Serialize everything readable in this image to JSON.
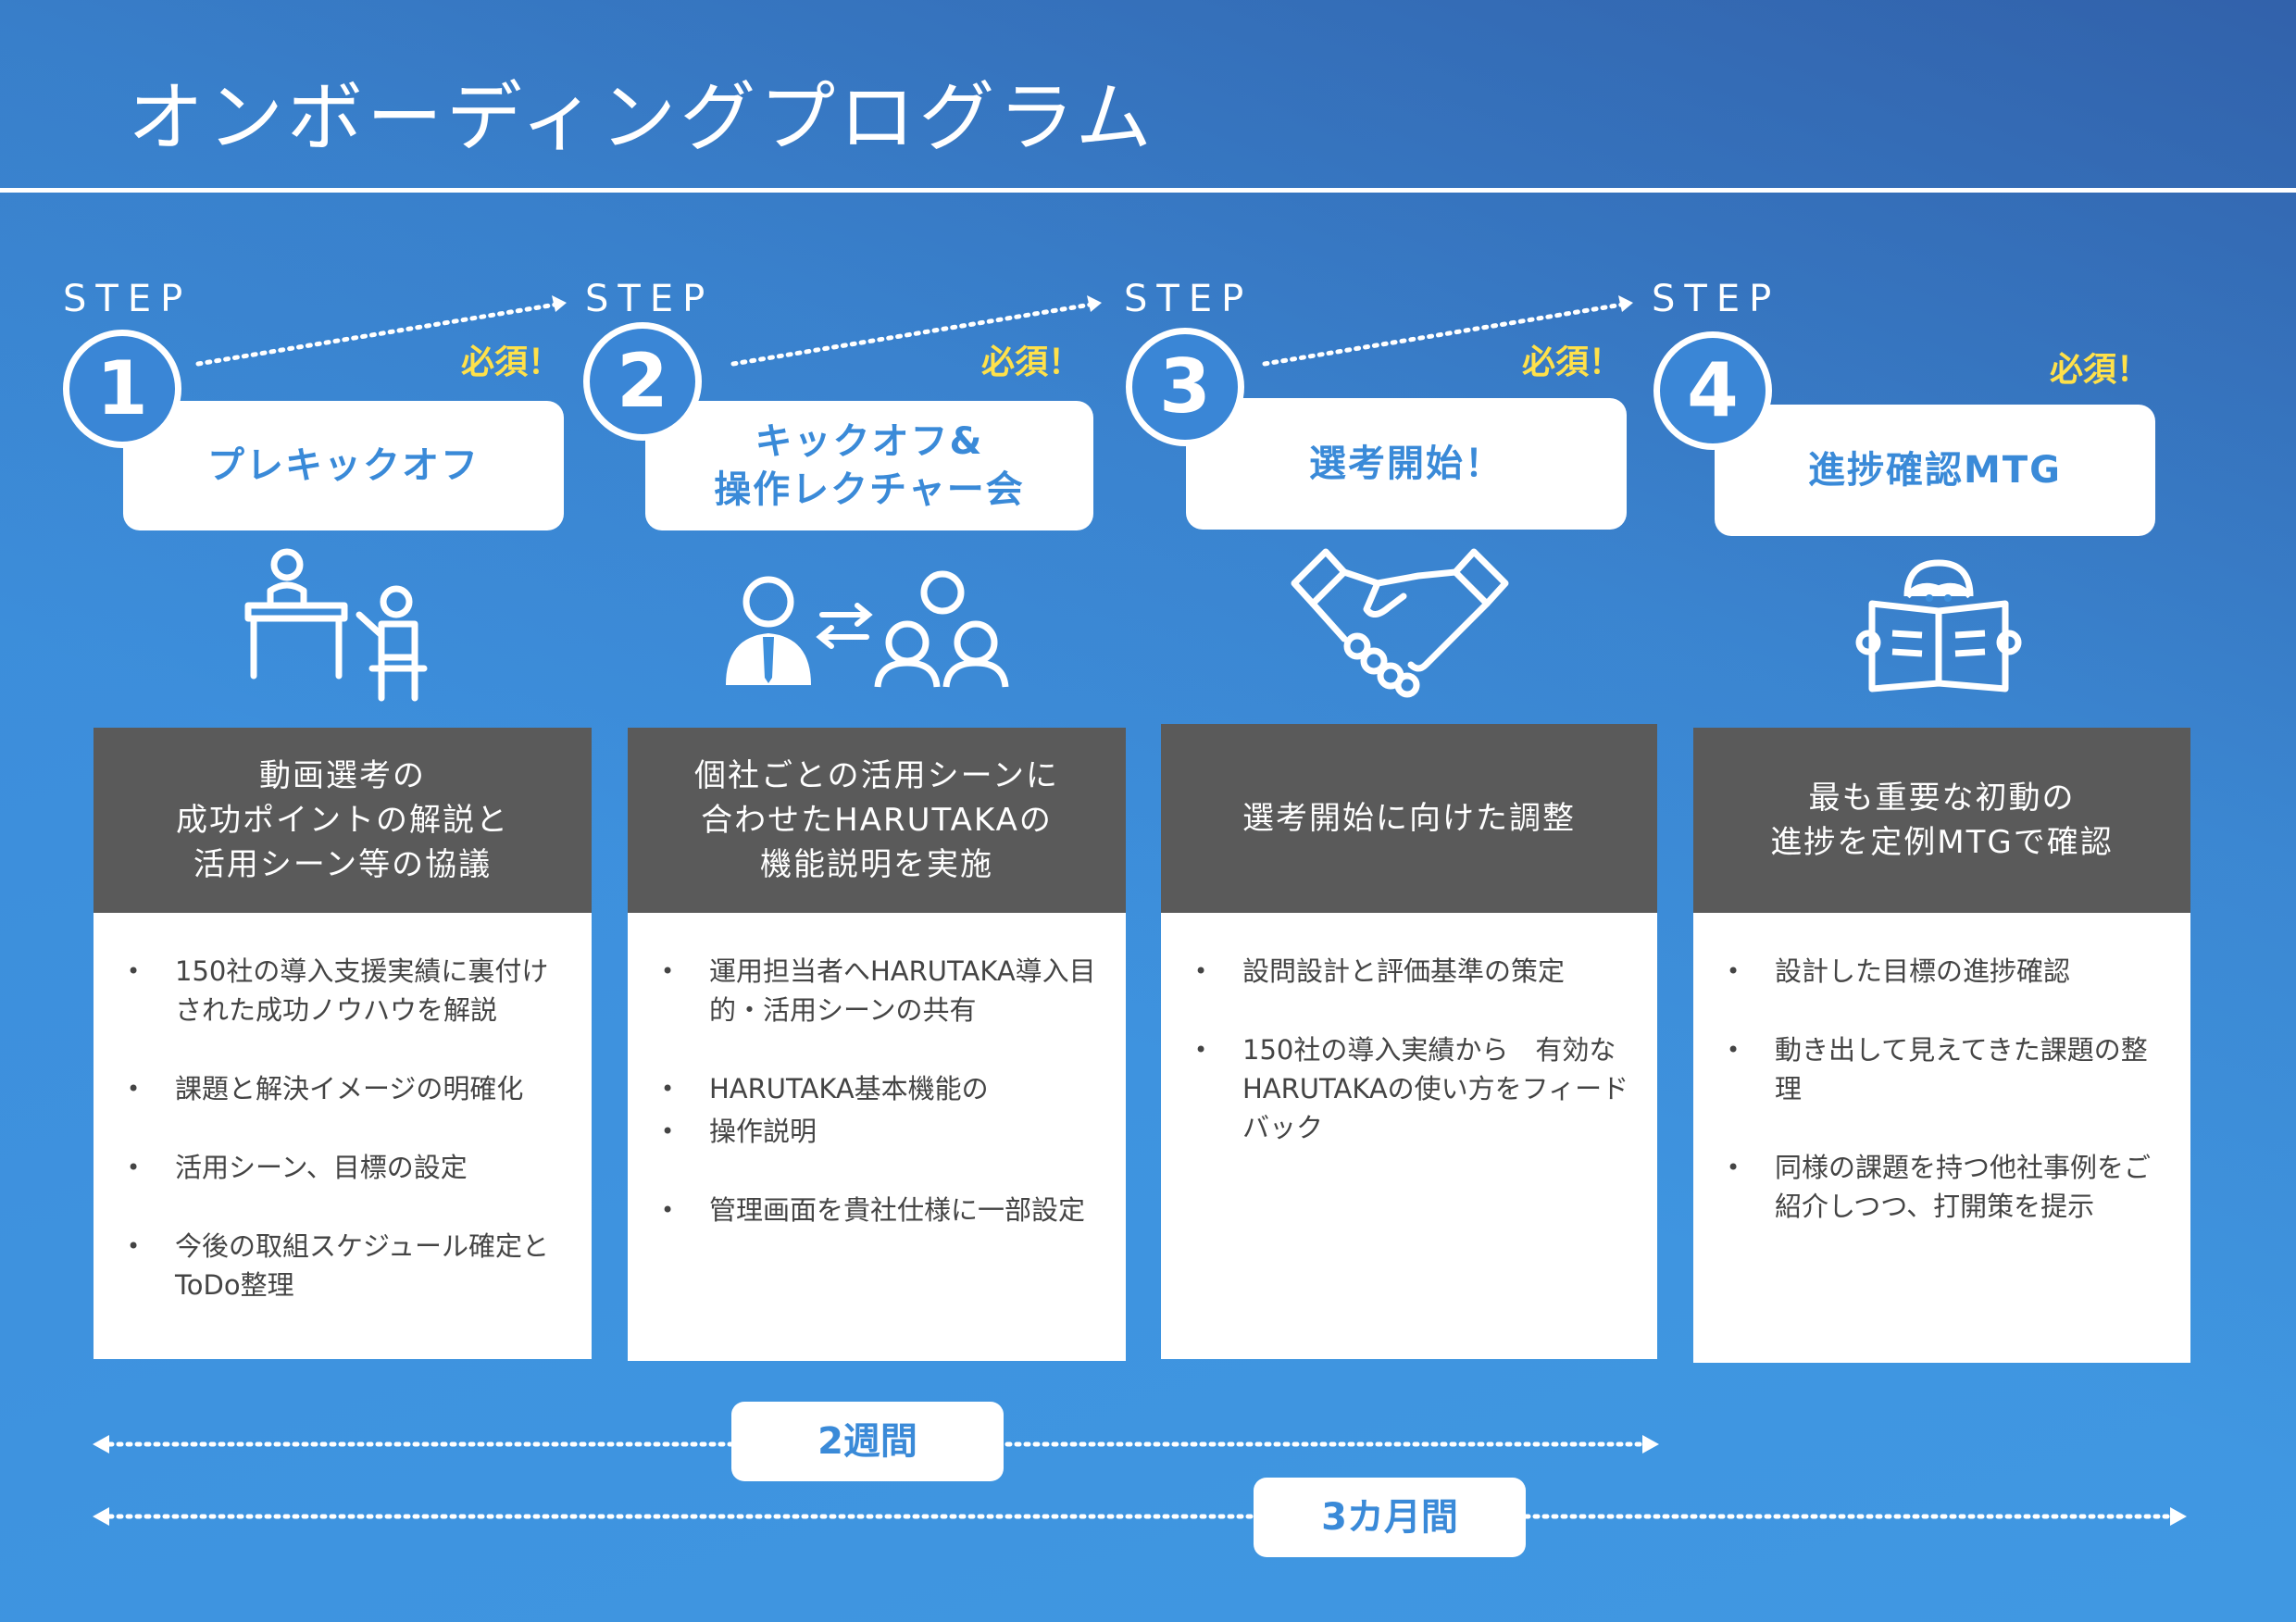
{
  "title": "オンボーディングプログラム",
  "steps": [
    {
      "label": "STEP",
      "number": "1",
      "required": "必須！",
      "card": "プレキックオフ",
      "head": [
        "動画選考の",
        "成功ポイントの解説と",
        "活用シーン等の協議"
      ],
      "items": [
        "150社の導入支援実績に裏付けされた成功ノウハウを解説",
        "課題と解決イメージの明確化",
        "活用シーン、目標の設定",
        "今後の取組スケジュール確定とToDo整理"
      ],
      "icon": "meeting-desk-icon"
    },
    {
      "label": "STEP",
      "number": "2",
      "required": "必須！",
      "card": [
        "キックオフ&",
        "操作レクチャー会"
      ],
      "head": [
        "個社ごとの活用シーンに",
        "合わせたHARUTAKAの",
        "機能説明を実施"
      ],
      "items": [
        "運用担当者へHARUTAKA導入目的・活用シーンの共有",
        "HARUTAKA基本機能の",
        "操作説明",
        "管理画面を貴社仕様に一部設定"
      ],
      "icon": "presenter-group-icon"
    },
    {
      "label": "STEP",
      "number": "3",
      "required": "必須！",
      "card": "選考開始！",
      "head": [
        "選考開始に向けた調整"
      ],
      "items": [
        "設問設計と評価基準の策定",
        "150社の導入実績から　有効なHARUTAKAの使い方をフィードバック"
      ],
      "icon": "handshake-icon"
    },
    {
      "label": "STEP",
      "number": "4",
      "required": "必須！",
      "card": "進捗確認MTG",
      "head": [
        "最も重要な初動の",
        "進捗を定例MTGで確認"
      ],
      "items": [
        "設計した目標の進捗確認",
        "動き出して見えてきた課題の整理",
        "同様の課題を持つ他社事例をご紹介しつつ、打開策を提示"
      ],
      "icon": "reading-person-icon"
    }
  ],
  "timeline": {
    "short": "2週間",
    "long": "3カ月間"
  },
  "colors": {
    "accent": "#3a8ad8",
    "required": "#ffe14a",
    "head_bg": "#5a5a5a"
  }
}
